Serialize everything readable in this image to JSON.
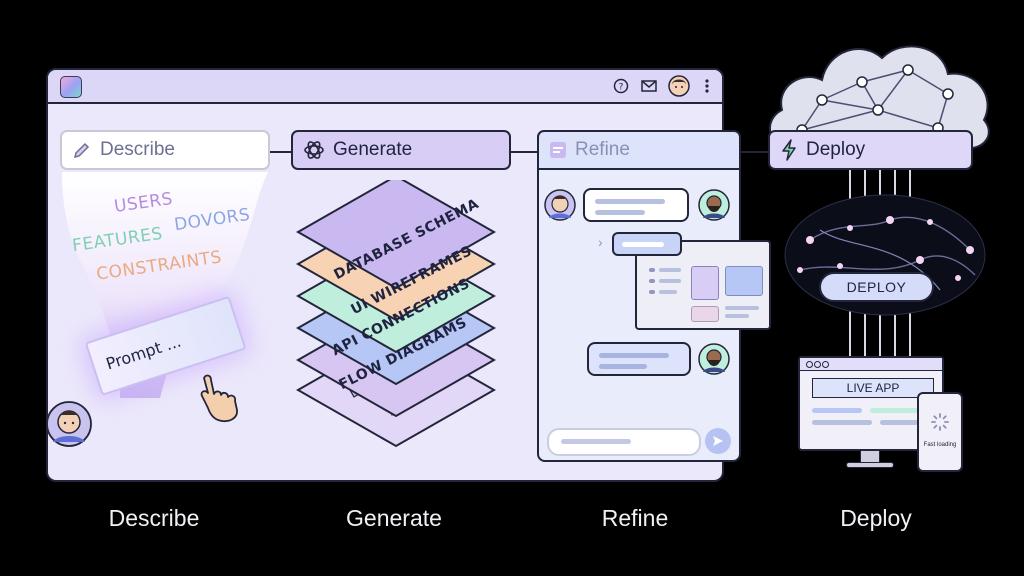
{
  "steps": {
    "describe": "Describe",
    "generate": "Generate",
    "refine": "Refine",
    "deploy": "Deploy"
  },
  "funnel_words": [
    "USERS",
    "FEATURES",
    "DOVORS",
    "CONSTRAINTS"
  ],
  "prompt_text": "Prompt ...",
  "layers": [
    "DATABASE SCHEMA",
    "UI WIREFRAMES",
    "API CONNECTIONS",
    "FLOW DIAGRAMS"
  ],
  "deploy_badge": "DEPLOY",
  "live_app": "LIVE APP",
  "phone_text": "Fast loading",
  "captions": [
    "Describe",
    "Generate",
    "Refine",
    "Deploy"
  ],
  "colors": {
    "describe": "#ffffff",
    "generate": "#d8cdf5",
    "refine": "#dde3fb",
    "deploy": "#ded7f7",
    "layer_purple": "#c9b9f0",
    "layer_peach": "#f8d3b3",
    "layer_mint": "#bfeedd",
    "layer_blue": "#b6c7f6",
    "layer_violet": "#d8c6f2"
  }
}
